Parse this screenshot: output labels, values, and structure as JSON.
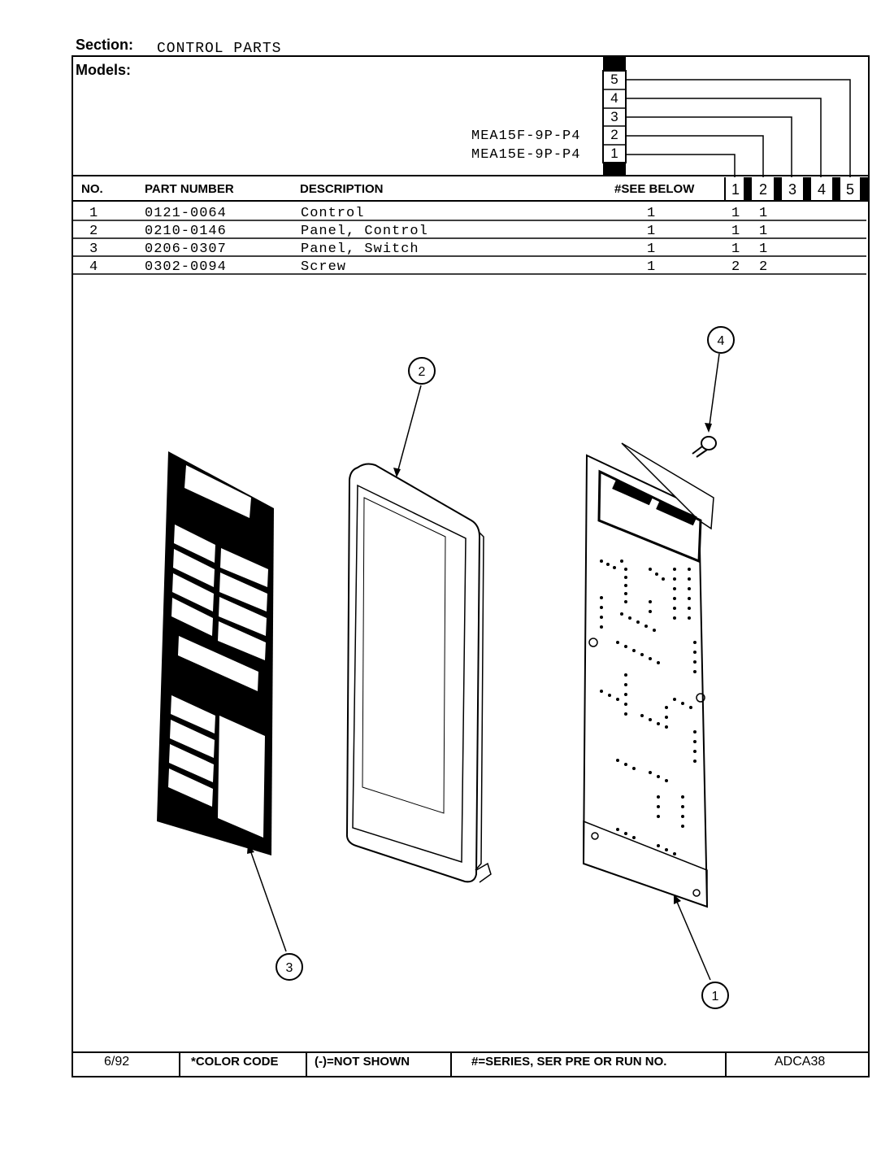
{
  "header": {
    "section_label": "Section:",
    "section_value": "CONTROL PARTS",
    "models_label": "Models:"
  },
  "models": [
    {
      "number": "5",
      "name": ""
    },
    {
      "number": "4",
      "name": ""
    },
    {
      "number": "3",
      "name": ""
    },
    {
      "number": "2",
      "name": "MEA15F-9P-P4"
    },
    {
      "number": "1",
      "name": "MEA15E-9P-P4"
    }
  ],
  "table": {
    "headers": {
      "no": "NO.",
      "part_number": "PART NUMBER",
      "description": "DESCRIPTION",
      "see_below": "#SEE BELOW",
      "model_cols": [
        "1",
        "2",
        "3",
        "4",
        "5"
      ]
    },
    "rows": [
      {
        "no": "1",
        "part": "0121-0064",
        "desc": "Control",
        "see": "1",
        "q1": "1",
        "q2": "1"
      },
      {
        "no": "2",
        "part": "0210-0146",
        "desc": "Panel, Control",
        "see": "1",
        "q1": "1",
        "q2": "1"
      },
      {
        "no": "3",
        "part": "0206-0307",
        "desc": "Panel, Switch",
        "see": "1",
        "q1": "1",
        "q2": "1"
      },
      {
        "no": "4",
        "part": "0302-0094",
        "desc": "Screw",
        "see": "1",
        "q1": "2",
        "q2": "2"
      }
    ]
  },
  "callouts": [
    "1",
    "2",
    "3",
    "4"
  ],
  "footer": {
    "date": "6/92",
    "color_code": "*COLOR CODE",
    "not_shown": "(-)=NOT SHOWN",
    "series": "#=SERIES, SER PRE OR RUN NO.",
    "doc_id": "ADCA38"
  }
}
